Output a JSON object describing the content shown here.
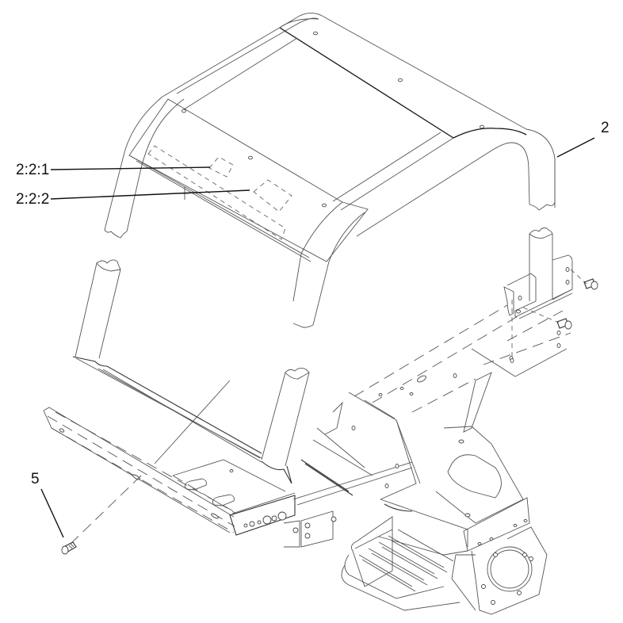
{
  "diagram": {
    "type": "exploded-parts-view",
    "subject": "roll bar (ROPS) and frame assembly",
    "colors": {
      "background": "#ffffff",
      "line_art": "#444444",
      "callout": "#111111"
    },
    "callouts": [
      {
        "id": "callout-2-2-1",
        "label": "2:2:1",
        "target": "upper decal on roll bar crossmember"
      },
      {
        "id": "callout-2-2-2",
        "label": "2:2:2",
        "target": "lower decal on roll bar crossmember"
      },
      {
        "id": "callout-2",
        "label": "2",
        "target": "roll bar (upper hoop)"
      },
      {
        "id": "callout-5",
        "label": "5",
        "target": "mounting bolt"
      }
    ]
  }
}
